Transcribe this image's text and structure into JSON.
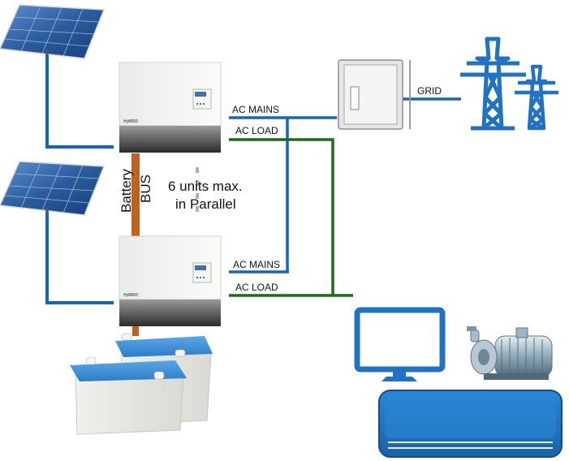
{
  "colors": {
    "ac_mains": "#1565c0",
    "ac_load": "#1b6b1b",
    "battery_bus": "#c0611f",
    "solar_panel": "#2f5f9e",
    "tower": "#1f72c4",
    "battery_lid": "#3a8fd6",
    "monitor": "#1f72c4",
    "ac_unit": "#1f72c4"
  },
  "labels": {
    "ac_mains_top": "AC MAINS",
    "ac_load_top": "AC LOAD",
    "ac_mains_bottom": "AC MAINS",
    "ac_load_bottom": "AC LOAD",
    "grid": "GRID",
    "battery_bus_line1": "Battery",
    "battery_bus_line2": "BUS",
    "parallel_line1": "6 units max.",
    "parallel_line2": "in Parallel",
    "inverter_brand_top": "HyBRID",
    "inverter_brand_bottom": "HyBRID"
  },
  "icons": [
    "solar-panel-icon",
    "inverter-icon",
    "breaker-panel-icon",
    "transmission-tower-icon",
    "battery-icon",
    "monitor-icon",
    "water-pump-icon",
    "air-conditioner-icon"
  ]
}
